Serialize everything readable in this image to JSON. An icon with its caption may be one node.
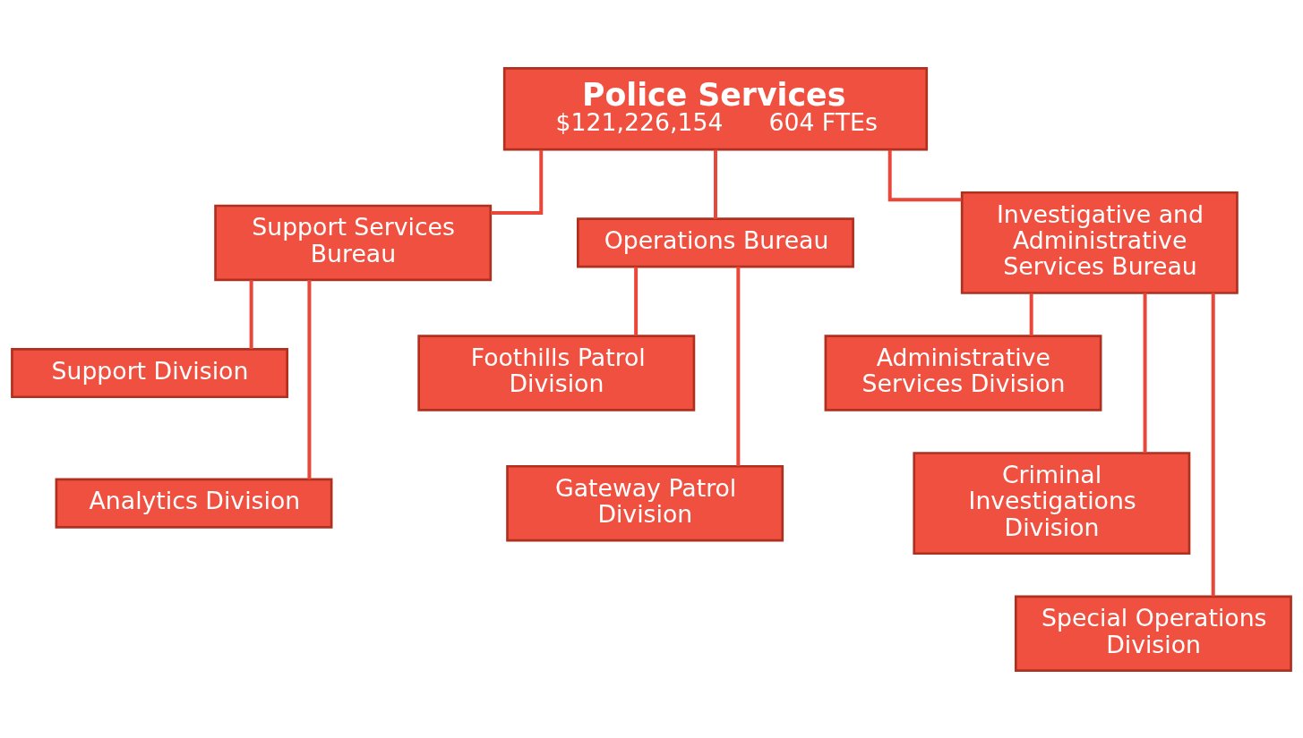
{
  "diagram": {
    "nodes": [
      {
        "text": [
          "Police Services",
          "$121,226,154",
          "604 FTEs"
        ]
      },
      {
        "text": [
          "Support Services Bureau"
        ]
      },
      {
        "text": [
          "Operations Bureau"
        ]
      },
      {
        "text": [
          "Investigative and Administrative Services Bureau"
        ]
      },
      {
        "text": [
          "Support Division"
        ]
      },
      {
        "text": [
          "Analytics Division"
        ]
      },
      {
        "text": [
          "Foothills Patrol Division"
        ]
      },
      {
        "text": [
          "Gateway Patrol Division"
        ]
      },
      {
        "text": [
          "Administrative Services Division"
        ]
      },
      {
        "text": [
          "Criminal Investigations Division"
        ]
      },
      {
        "text": [
          "Special Operations Division"
        ]
      }
    ],
    "edges": [
      {
        "from": 0,
        "to": 1,
        "arrow": "none"
      },
      {
        "from": 0,
        "to": 2,
        "arrow": "none"
      },
      {
        "from": 0,
        "to": 3,
        "arrow": "none"
      },
      {
        "from": 1,
        "to": 4,
        "arrow": "none"
      },
      {
        "from": 1,
        "to": 5,
        "arrow": "none"
      },
      {
        "from": 2,
        "to": 6,
        "arrow": "none"
      },
      {
        "from": 2,
        "to": 7,
        "arrow": "none"
      },
      {
        "from": 3,
        "to": 8,
        "arrow": "none"
      },
      {
        "from": 3,
        "to": 9,
        "arrow": "none"
      },
      {
        "from": 3,
        "to": 10,
        "arrow": "none"
      }
    ]
  }
}
